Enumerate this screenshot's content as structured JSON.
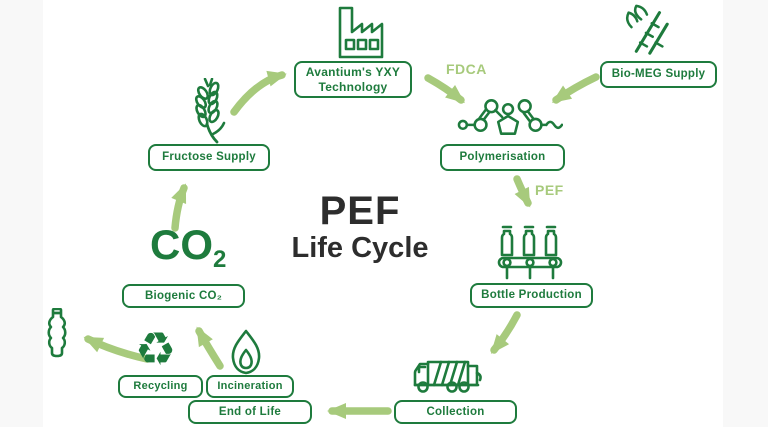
{
  "title": {
    "line1": "PEF",
    "line2": "Life Cycle"
  },
  "center_co2": {
    "main": "CO",
    "sub": "2"
  },
  "flow_labels": {
    "fdca": "FDCA",
    "pef": "PEF"
  },
  "nodes": {
    "avantium": {
      "line1": "Avantium's YXY",
      "line2": "Technology"
    },
    "biomeg": {
      "label": "Bio-MEG Supply"
    },
    "fructose": {
      "label": "Fructose Supply"
    },
    "polymerisation": {
      "label": "Polymerisation"
    },
    "bottle_production": {
      "label": "Bottle Production"
    },
    "collection": {
      "label": "Collection"
    },
    "end_of_life": {
      "label": "End of Life"
    },
    "incineration": {
      "label": "Incineration"
    },
    "recycling": {
      "label": "Recycling"
    },
    "biogenic_co2": {
      "label": "Biogenic CO₂"
    }
  },
  "icons": {
    "names": [
      "factory-icon",
      "sugarcane-icon",
      "wheat-icon",
      "molecule-icon",
      "conveyor-bottles-icon",
      "garbage-truck-icon",
      "flame-icon",
      "recycle-icon",
      "plastic-bottle-icon"
    ],
    "recycle_glyph": "♻"
  },
  "flows": [
    {
      "from": "Fructose Supply",
      "to": "Avantium's YXY Technology"
    },
    {
      "from": "Avantium's YXY Technology",
      "to": "Polymerisation",
      "label": "FDCA"
    },
    {
      "from": "Bio-MEG Supply",
      "to": "Polymerisation"
    },
    {
      "from": "Polymerisation",
      "to": "Bottle Production",
      "label": "PEF"
    },
    {
      "from": "Bottle Production",
      "to": "Collection"
    },
    {
      "from": "Collection",
      "to": "End of Life"
    },
    {
      "from": "End of Life",
      "to": "Biogenic CO₂"
    },
    {
      "from": "Recycling",
      "to": "plastic-bottle-icon"
    },
    {
      "from": "Biogenic CO₂",
      "to": "Fructose Supply"
    }
  ],
  "colors": {
    "dark_green": "#1e7b3d",
    "light_green": "#a7ca7c",
    "title_color": "#2d2d2d",
    "letterbox": "#f8f8f8",
    "background": "#ffffff"
  }
}
